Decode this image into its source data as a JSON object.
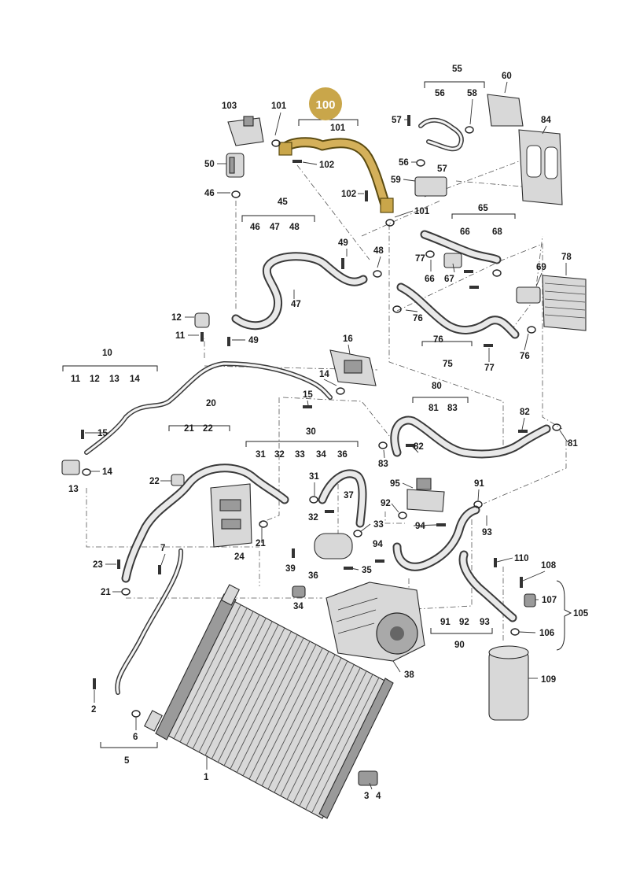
{
  "callouts": {
    "highlight": "100",
    "labels": [
      {
        "id": "c-101-top",
        "text": "101"
      },
      {
        "id": "c-103",
        "text": "103"
      },
      {
        "id": "c-101-a",
        "text": "101"
      },
      {
        "id": "c-50",
        "text": "50"
      },
      {
        "id": "c-46",
        "text": "46"
      },
      {
        "id": "c-102-a",
        "text": "102"
      },
      {
        "id": "c-102-b",
        "text": "102"
      },
      {
        "id": "c-101-b",
        "text": "101"
      },
      {
        "id": "c-45",
        "text": "45"
      },
      {
        "id": "c-46b",
        "text": "46"
      },
      {
        "id": "c-47a",
        "text": "47"
      },
      {
        "id": "c-48a",
        "text": "48"
      },
      {
        "id": "c-49a",
        "text": "49"
      },
      {
        "id": "c-48b",
        "text": "48"
      },
      {
        "id": "c-47b",
        "text": "47"
      },
      {
        "id": "c-12",
        "text": "12"
      },
      {
        "id": "c-11",
        "text": "11"
      },
      {
        "id": "c-49b",
        "text": "49"
      },
      {
        "id": "c-55",
        "text": "55"
      },
      {
        "id": "c-56a",
        "text": "56"
      },
      {
        "id": "c-58",
        "text": "58"
      },
      {
        "id": "c-60",
        "text": "60"
      },
      {
        "id": "c-57a",
        "text": "57"
      },
      {
        "id": "c-84",
        "text": "84"
      },
      {
        "id": "c-56b",
        "text": "56"
      },
      {
        "id": "c-57b",
        "text": "57"
      },
      {
        "id": "c-59",
        "text": "59"
      },
      {
        "id": "c-65",
        "text": "65"
      },
      {
        "id": "c-66a",
        "text": "66"
      },
      {
        "id": "c-68",
        "text": "68"
      },
      {
        "id": "c-77a",
        "text": "77"
      },
      {
        "id": "c-66b",
        "text": "66"
      },
      {
        "id": "c-67",
        "text": "67"
      },
      {
        "id": "c-78",
        "text": "78"
      },
      {
        "id": "c-69",
        "text": "69"
      },
      {
        "id": "c-76a",
        "text": "76"
      },
      {
        "id": "c-76b",
        "text": "76"
      },
      {
        "id": "c-75",
        "text": "75"
      },
      {
        "id": "c-77b",
        "text": "77"
      },
      {
        "id": "c-76c",
        "text": "76"
      },
      {
        "id": "c-16",
        "text": "16"
      },
      {
        "id": "c-14a",
        "text": "14"
      },
      {
        "id": "c-15a",
        "text": "15"
      },
      {
        "id": "c-10",
        "text": "10"
      },
      {
        "id": "c-11b",
        "text": "11"
      },
      {
        "id": "c-12b",
        "text": "12"
      },
      {
        "id": "c-13a",
        "text": "13"
      },
      {
        "id": "c-14b",
        "text": "14"
      },
      {
        "id": "c-80",
        "text": "80"
      },
      {
        "id": "c-81a",
        "text": "81"
      },
      {
        "id": "c-83a",
        "text": "83"
      },
      {
        "id": "c-82a",
        "text": "82"
      },
      {
        "id": "c-81b",
        "text": "81"
      },
      {
        "id": "c-20",
        "text": "20"
      },
      {
        "id": "c-21a",
        "text": "21"
      },
      {
        "id": "c-22a",
        "text": "22"
      },
      {
        "id": "c-15b",
        "text": "15"
      },
      {
        "id": "c-30",
        "text": "30"
      },
      {
        "id": "c-31a",
        "text": "31"
      },
      {
        "id": "c-32a",
        "text": "32"
      },
      {
        "id": "c-33a",
        "text": "33"
      },
      {
        "id": "c-34a",
        "text": "34"
      },
      {
        "id": "c-36a",
        "text": "36"
      },
      {
        "id": "c-83b",
        "text": "83"
      },
      {
        "id": "c-82b",
        "text": "82"
      },
      {
        "id": "c-14c",
        "text": "14"
      },
      {
        "id": "c-13b",
        "text": "13"
      },
      {
        "id": "c-22b",
        "text": "22"
      },
      {
        "id": "c-31b",
        "text": "31"
      },
      {
        "id": "c-37",
        "text": "37"
      },
      {
        "id": "c-95",
        "text": "95"
      },
      {
        "id": "c-91a",
        "text": "91"
      },
      {
        "id": "c-92a",
        "text": "92"
      },
      {
        "id": "c-32b",
        "text": "32"
      },
      {
        "id": "c-94a",
        "text": "94"
      },
      {
        "id": "c-93a",
        "text": "93"
      },
      {
        "id": "c-33b",
        "text": "33"
      },
      {
        "id": "c-21b",
        "text": "21"
      },
      {
        "id": "c-24",
        "text": "24"
      },
      {
        "id": "c-94b",
        "text": "94"
      },
      {
        "id": "c-7",
        "text": "7"
      },
      {
        "id": "c-23",
        "text": "23"
      },
      {
        "id": "c-39",
        "text": "39"
      },
      {
        "id": "c-35",
        "text": "35"
      },
      {
        "id": "c-36b",
        "text": "36"
      },
      {
        "id": "c-110",
        "text": "110"
      },
      {
        "id": "c-108",
        "text": "108"
      },
      {
        "id": "c-21c",
        "text": "21"
      },
      {
        "id": "c-34b",
        "text": "34"
      },
      {
        "id": "c-107",
        "text": "107"
      },
      {
        "id": "c-105",
        "text": "105"
      },
      {
        "id": "c-91b",
        "text": "91"
      },
      {
        "id": "c-92b",
        "text": "92"
      },
      {
        "id": "c-93b",
        "text": "93"
      },
      {
        "id": "c-106",
        "text": "106"
      },
      {
        "id": "c-90",
        "text": "90"
      },
      {
        "id": "c-38",
        "text": "38"
      },
      {
        "id": "c-109",
        "text": "109"
      },
      {
        "id": "c-2",
        "text": "2"
      },
      {
        "id": "c-6",
        "text": "6"
      },
      {
        "id": "c-5",
        "text": "5"
      },
      {
        "id": "c-1",
        "text": "1"
      },
      {
        "id": "c-3",
        "text": "3"
      },
      {
        "id": "c-4",
        "text": "4"
      }
    ]
  }
}
